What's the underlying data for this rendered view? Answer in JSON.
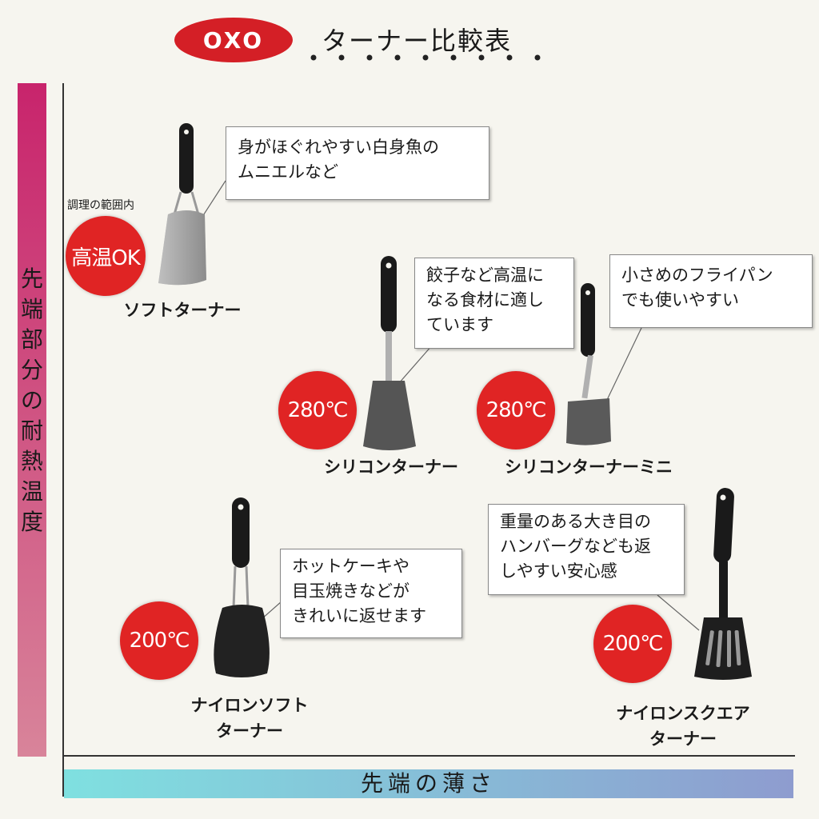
{
  "header": {
    "logo_text": "OXO",
    "title": "ターナー比較表"
  },
  "axes": {
    "y_label_chars": [
      "先",
      "端",
      "部",
      "分",
      "の",
      "耐",
      "熱",
      "温",
      "度"
    ],
    "x_label": "先端の薄さ"
  },
  "products": [
    {
      "name_lines": [
        "ソフトターナー"
      ],
      "badge": "高温OK",
      "badge_caption": "調理の範囲内",
      "callout_lines": [
        "身がほぐれやすい白身魚の",
        "ムニエルなど"
      ]
    },
    {
      "name_lines": [
        "シリコンターナー"
      ],
      "badge": "280℃",
      "callout_lines": [
        "餃子など高温に",
        "なる食材に適し",
        "ています"
      ]
    },
    {
      "name_lines": [
        "シリコンターナーミニ"
      ],
      "badge": "280℃",
      "callout_lines": [
        "小さめのフライパン",
        "でも使いやすい"
      ]
    },
    {
      "name_lines": [
        "ナイロンソフト",
        "ターナー"
      ],
      "badge": "200℃",
      "callout_lines": [
        "ホットケーキや",
        "目玉焼きなどが",
        "きれいに返せます"
      ]
    },
    {
      "name_lines": [
        "ナイロンスクエア",
        "ターナー"
      ],
      "badge": "200℃",
      "callout_lines": [
        "重量のある大き目の",
        "ハンバーグなども返",
        "しやすい安心感"
      ]
    }
  ],
  "colors": {
    "logo_red": "#d41f26",
    "badge_red": "#e02424",
    "y_axis_gradient": [
      "#c8246c",
      "#d8849a"
    ],
    "x_axis_gradient": [
      "#7fe0e0",
      "#8e9ccf"
    ]
  }
}
